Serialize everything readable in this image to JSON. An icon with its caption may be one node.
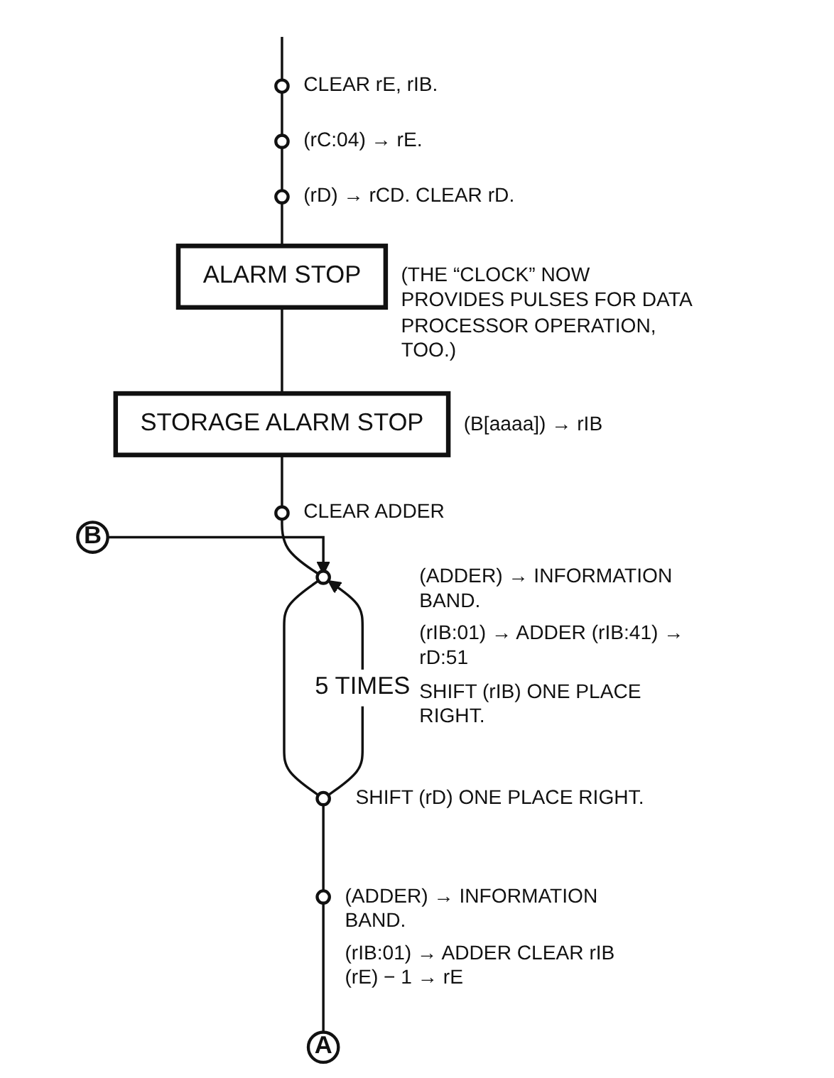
{
  "diagram": {
    "nodes": [
      {
        "text": [],
        "shape": "circle",
        "beside": [
          "CLEAR rE, rIB."
        ]
      },
      {
        "text": [],
        "shape": "circle",
        "beside": [
          "(rC:04) → rE."
        ]
      },
      {
        "text": [],
        "shape": "circle",
        "beside": [
          "(rD) → rCD. CLEAR rD."
        ]
      },
      {
        "text": [
          "ALARM STOP"
        ],
        "beside": [
          "(THE “CLOCK” NOW PROVIDES PULSES FOR DATA PROCESSOR OPERATION, TOO.)"
        ]
      },
      {
        "text": [
          "STORAGE ALARM STOP"
        ],
        "beside": [
          "(B[aaaa]) → rIB"
        ]
      },
      {
        "text": [],
        "shape": "circle",
        "beside": [
          "CLEAR ADDER"
        ]
      },
      {
        "text": [
          "B"
        ]
      },
      {
        "text": [],
        "shape": "circle",
        "beside": [
          "(ADDER) → INFORMATION BAND.",
          "(rIB:01) → ADDER (rIB:41) → rD:51",
          "SHIFT (rIB) ONE PLACE RIGHT."
        ]
      },
      {
        "text": [],
        "shape": "circle",
        "beside": [
          "SHIFT (rD) ONE PLACE RIGHT."
        ]
      },
      {
        "text": [],
        "shape": "circle",
        "beside": [
          "(ADDER) → INFORMATION BAND.",
          "(rIB:01) → ADDER CLEAR rIB (rE) − 1 → rE"
        ]
      },
      {
        "text": [
          "A"
        ]
      }
    ],
    "edges": [
      {
        "from": null,
        "to": 0,
        "arrow": "none"
      },
      {
        "from": 0,
        "to": 1,
        "arrow": "none"
      },
      {
        "from": 1,
        "to": 2,
        "arrow": "none"
      },
      {
        "from": 2,
        "to": 3,
        "arrow": "none"
      },
      {
        "from": 3,
        "to": 4,
        "arrow": "none"
      },
      {
        "from": 4,
        "to": 5,
        "arrow": "none"
      },
      {
        "from": 5,
        "to": 7,
        "arrow": "none"
      },
      {
        "from": 6,
        "to": 7,
        "arrow": "to"
      },
      {
        "from": 7,
        "to": 8,
        "arrow": "none"
      },
      {
        "from": 8,
        "to": 7,
        "arrow": "to",
        "label": "5 TIMES"
      },
      {
        "from": 8,
        "to": 9,
        "arrow": "none"
      },
      {
        "from": 9,
        "to": 10,
        "arrow": "none"
      }
    ]
  }
}
